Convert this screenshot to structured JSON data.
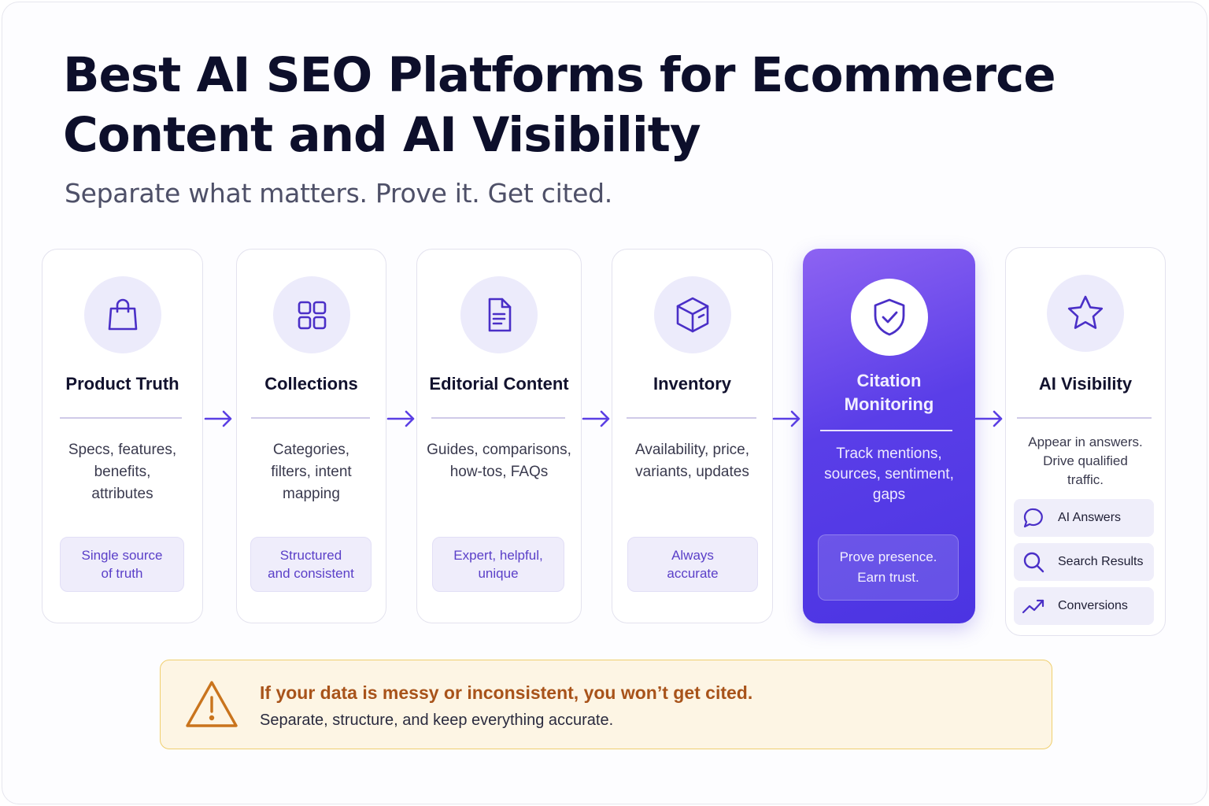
{
  "title_line1": "Best AI SEO Platforms for Ecommerce",
  "title_line2": "Content and AI Visibility",
  "subtitle": "Separate what matters. Prove it. Get cited.",
  "cards": [
    {
      "title": "Product Truth",
      "desc": [
        "Specs, features,",
        "benefits,",
        "attributes"
      ],
      "badge": [
        "Single source",
        "of truth"
      ],
      "icon": "shopping-bag-icon"
    },
    {
      "title": "Collections",
      "desc": [
        "Categories,",
        "filters, intent",
        "mapping"
      ],
      "badge": [
        "Structured",
        "and consistent"
      ],
      "icon": "grid-icon"
    },
    {
      "title": "Editorial Content",
      "desc": [
        "Guides, comparisons,",
        "how-tos, FAQs"
      ],
      "badge": [
        "Expert, helpful,",
        "unique"
      ],
      "icon": "document-icon"
    },
    {
      "title": "Inventory",
      "desc": [
        "Availability, price,",
        "variants, updates"
      ],
      "badge": [
        "Always",
        "accurate"
      ],
      "icon": "box-icon"
    },
    {
      "title": [
        "Citation",
        "Monitoring"
      ],
      "desc": [
        "Track mentions,",
        "sources, sentiment,",
        "gaps"
      ],
      "badge": [
        "Prove presence.",
        "Earn trust."
      ],
      "icon": "shield-check-icon",
      "highlighted": true
    },
    {
      "title": "AI Visibility",
      "desc": [
        "Appear in answers.",
        "Drive qualified",
        "traffic."
      ],
      "icon": "star-icon",
      "items": [
        {
          "label": "AI Answers",
          "icon": "chat-bubble-icon"
        },
        {
          "label": "Search Results",
          "icon": "search-icon"
        },
        {
          "label": "Conversions",
          "icon": "trending-up-icon"
        }
      ]
    }
  ],
  "alert": {
    "title": "If your data is messy or inconsistent, you won’t get cited.",
    "text": "Separate, structure, and keep everything accurate.",
    "icon": "warning-icon"
  },
  "colors": {
    "accent": "#5b3fe4",
    "icon_stroke": "#4a2fc7",
    "alert_border": "#f0cf6e",
    "alert_bg": "#fdf5e4",
    "alert_title": "#a8531a"
  }
}
